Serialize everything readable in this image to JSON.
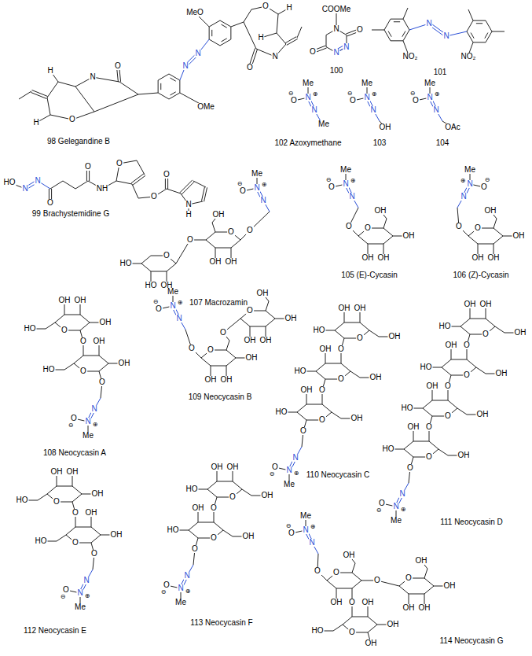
{
  "diagram": {
    "labels": [
      "MeO",
      "N",
      "N",
      "OMe",
      "O",
      "H",
      "H",
      "N",
      "O",
      "O",
      "N",
      "H",
      "H",
      "O",
      "98 Gelegandine B",
      "HO",
      "N",
      "N",
      "O",
      "O",
      "NH",
      "O",
      "O",
      "O",
      "N",
      "H",
      "99 Brachystemidine G",
      "COOMe",
      "N",
      "O",
      "N",
      "N",
      "O",
      "100",
      "N",
      "N",
      "NO₂",
      "NO₂",
      "101",
      "Me",
      "N",
      "⊕",
      "O",
      "⊖",
      "N",
      "Me",
      "102 Azoxymethane",
      "Me",
      "N",
      "⊕",
      "O",
      "⊖",
      "N",
      "OH",
      "103",
      "Me",
      "N",
      "⊕",
      "O",
      "⊖",
      "N",
      "OAc",
      "104",
      "Me",
      "N",
      "⊕",
      "O",
      "⊖",
      "N",
      "O",
      "O",
      "OH",
      "O",
      "OH",
      "OH",
      "O",
      "HO",
      "HO",
      "OH",
      "107 Macrozamin",
      "Me",
      "N",
      "⊕",
      "O",
      "⊖",
      "N",
      "O",
      "O",
      "OH",
      "OH",
      "OH",
      "OH",
      "105 (E)-Cycasin",
      "Me",
      "N",
      "⊕",
      "O",
      "⊖",
      "N",
      "O",
      "O",
      "OH",
      "OH",
      "OH",
      "OH",
      "106 (Z)-Cycasin",
      "O",
      "HO",
      "OH",
      "OH",
      "OH",
      "O",
      "O",
      "HO",
      "OH",
      "OH",
      "O",
      "Me",
      "N",
      "⊕",
      "O",
      "⊖",
      "N",
      "108 Neocycasin A",
      "Me",
      "N",
      "⊕",
      "O",
      "⊖",
      "N",
      "O",
      "O",
      "O",
      "OH",
      "OH",
      "OH",
      "O",
      "OH",
      "OH",
      "OH",
      "OH",
      "109 Neocycasin B",
      "O",
      "OH",
      "OH",
      "OH",
      "HO",
      "O",
      "O",
      "OH",
      "OH",
      "HO",
      "O",
      "O",
      "OH",
      "OH",
      "HO",
      "O",
      "Me",
      "N",
      "⊕",
      "O",
      "⊖",
      "N",
      "110 Neocycasin C",
      "O",
      "OH",
      "OH",
      "OH",
      "HO",
      "O",
      "O",
      "OH",
      "OH",
      "HO",
      "O",
      "O",
      "OH",
      "OH",
      "HO",
      "O",
      "O",
      "OH",
      "OH",
      "HO",
      "O",
      "Me",
      "N",
      "⊕",
      "O",
      "⊖",
      "N",
      "111 Neocycasin D",
      "O",
      "HO",
      "OH",
      "OH",
      "OH",
      "O",
      "O",
      "HO",
      "OH",
      "OH",
      "O",
      "Me",
      "N",
      "⊕",
      "O",
      "⊖",
      "N",
      "112 Neocycasin E",
      "O",
      "OH",
      "OH",
      "OH",
      "HO",
      "O",
      "O",
      "OH",
      "OH",
      "HO",
      "O",
      "Me",
      "N",
      "⊕",
      "O",
      "⊖",
      "N",
      "113 Neocycasin F",
      "Me",
      "N",
      "⊕",
      "O",
      "⊖",
      "N",
      "O",
      "O",
      "OH",
      "O",
      "O",
      "OH",
      "O",
      "HO",
      "OH",
      "OH",
      "OH",
      "O",
      "OH",
      "OH",
      "OH",
      "OH",
      "114 Neocycasin G"
    ]
  }
}
